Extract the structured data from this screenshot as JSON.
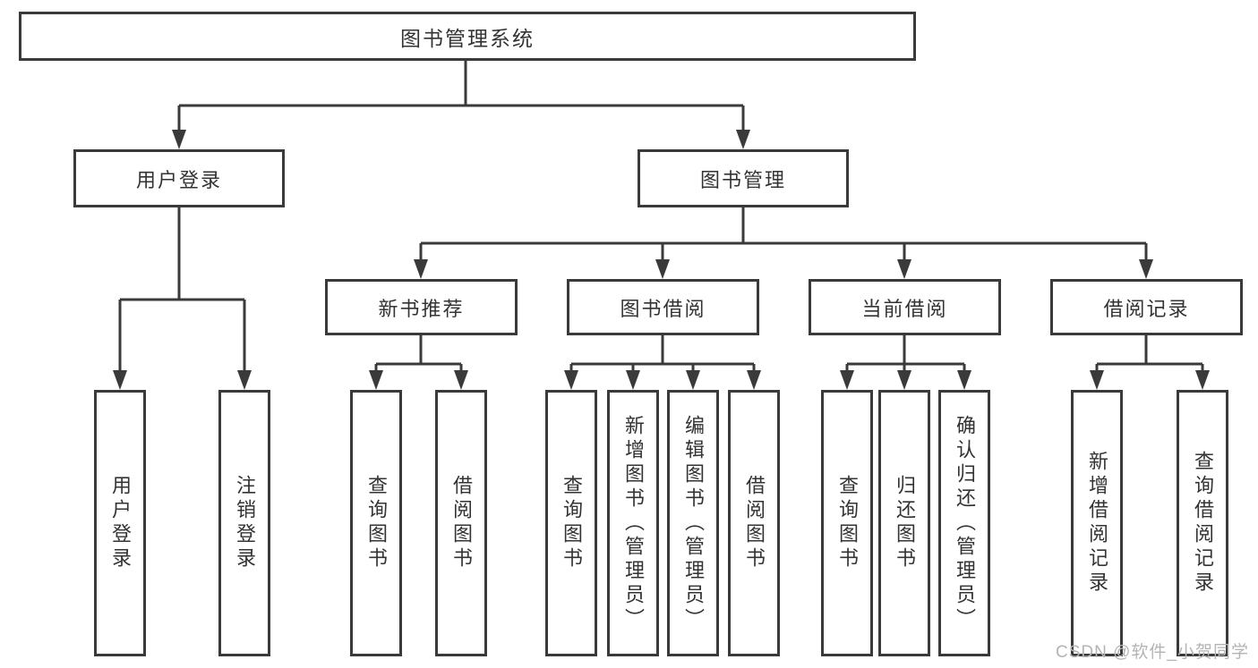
{
  "diagram": {
    "root": {
      "label": "图书管理系统"
    },
    "branches": {
      "user_login": {
        "label": "用户登录",
        "children": [
          "用户登录",
          "注销登录"
        ]
      },
      "book_management": {
        "label": "图书管理",
        "children": {
          "new_book_recommend": {
            "label": "新书推荐",
            "children": [
              "查询图书",
              "借阅图书"
            ]
          },
          "book_borrow": {
            "label": "图书借阅",
            "children": [
              "查询图书",
              "新增图书（管理员）",
              "编辑图书（管理员）",
              "借阅图书"
            ]
          },
          "current_borrow": {
            "label": "当前借阅",
            "children": [
              "查询图书",
              "归还图书",
              "确认归还（管理员）"
            ]
          },
          "borrow_record": {
            "label": "借阅记录",
            "children": [
              "新增借阅记录",
              "查询借阅记录"
            ]
          }
        }
      }
    }
  },
  "watermark": "CSDN @软件_小贺同学",
  "colors": {
    "line": "#3a3a3a",
    "text": "#333333",
    "box_background": "#ffffff",
    "watermark": "#b4b4b4",
    "page_background": "#ffffff"
  }
}
